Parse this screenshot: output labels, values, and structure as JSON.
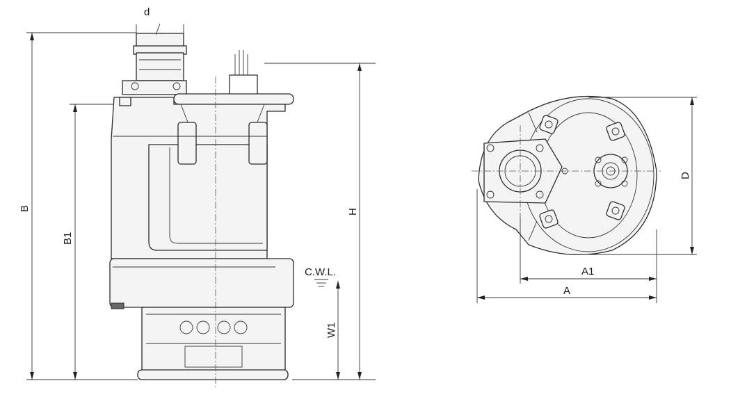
{
  "labels": {
    "d": "d",
    "B": "B",
    "B1": "B1",
    "H": "H",
    "CWL": "C.W.L.",
    "W1": "W1",
    "A1": "A1",
    "A": "A",
    "D": "D"
  }
}
